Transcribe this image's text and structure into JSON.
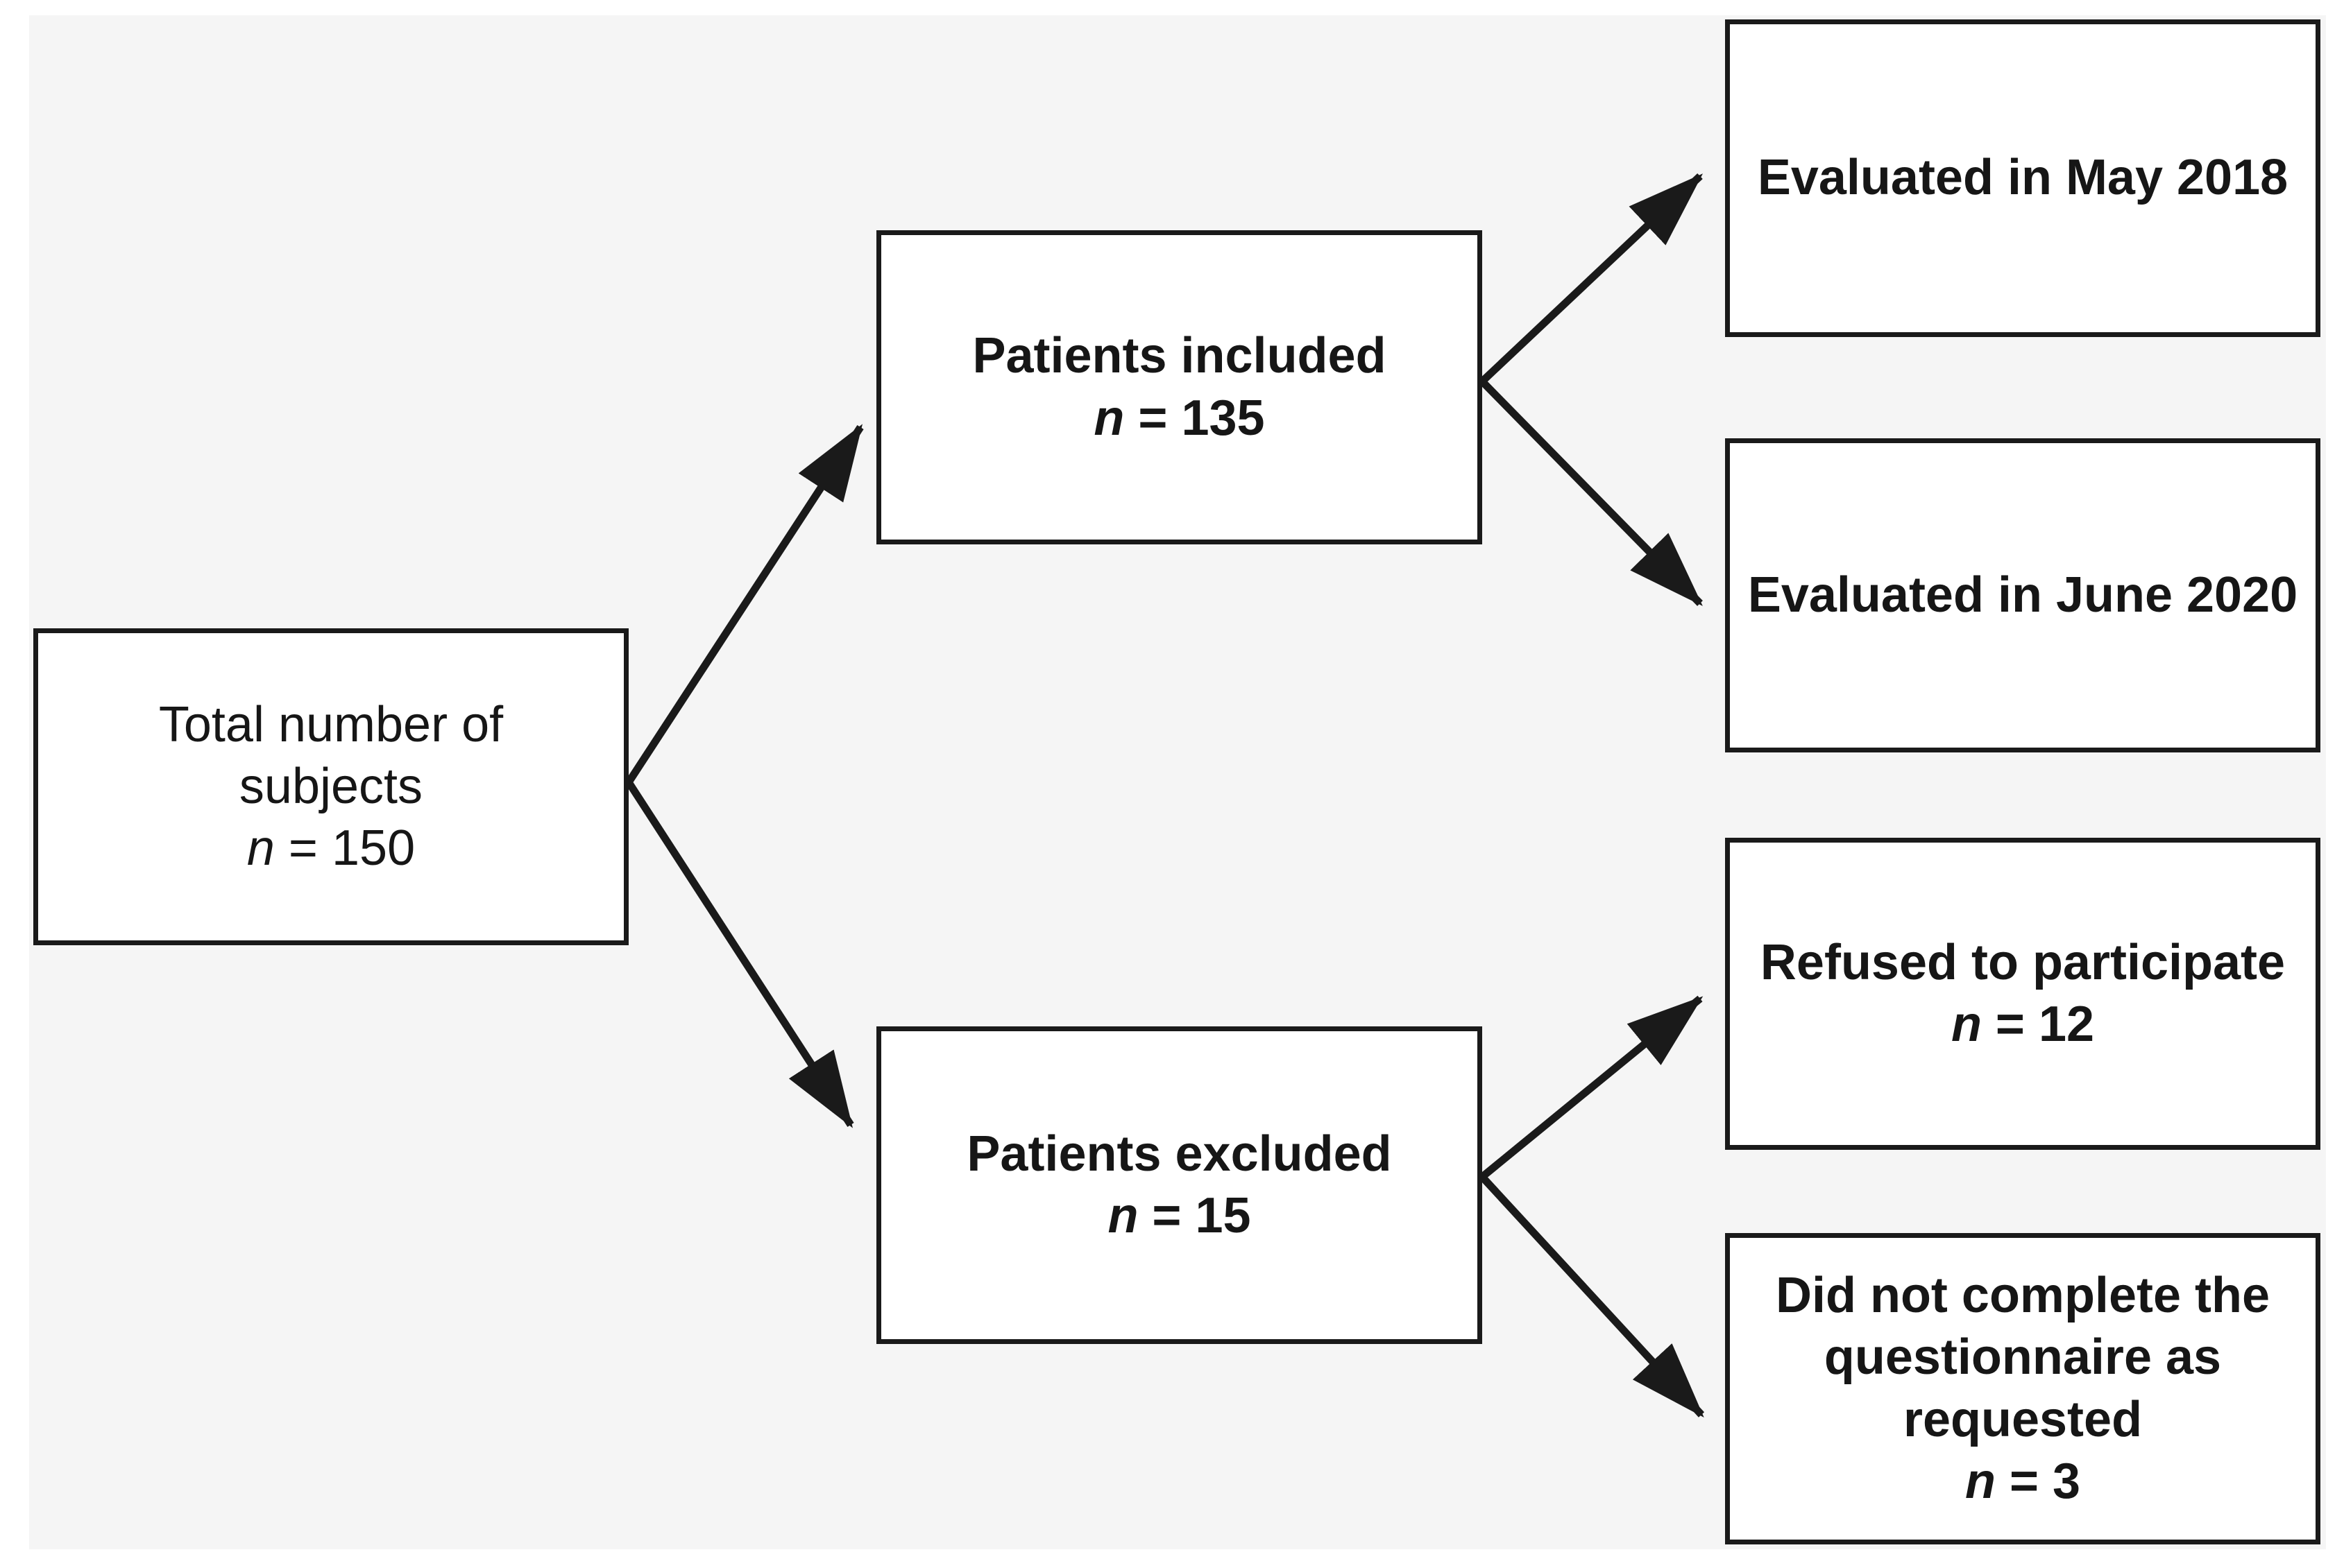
{
  "diagram": {
    "colors": {
      "page_background": "#ffffff",
      "panel_background": "#f5f5f5",
      "box_background": "#ffffff",
      "line_color": "#1a1a1a",
      "text_color": "#161616"
    },
    "boxes": {
      "total": {
        "lines": [
          "Total number of",
          "subjects"
        ],
        "count": "n = 150"
      },
      "included": {
        "lines": [
          "Patients included"
        ],
        "count": "n = 135"
      },
      "excluded": {
        "lines": [
          "Patients excluded"
        ],
        "count": "n = 15"
      },
      "evaluated_may": {
        "lines": [
          "Evaluated in May 2018"
        ],
        "count": ""
      },
      "evaluated_june": {
        "lines": [
          "Evaluated in June 2020"
        ],
        "count": ""
      },
      "refused": {
        "lines": [
          "Refused to participate"
        ],
        "count": "n = 12"
      },
      "incomplete": {
        "lines": [
          "Did not complete the",
          "questionnaire as",
          "requested"
        ],
        "count": "n = 3"
      }
    }
  }
}
